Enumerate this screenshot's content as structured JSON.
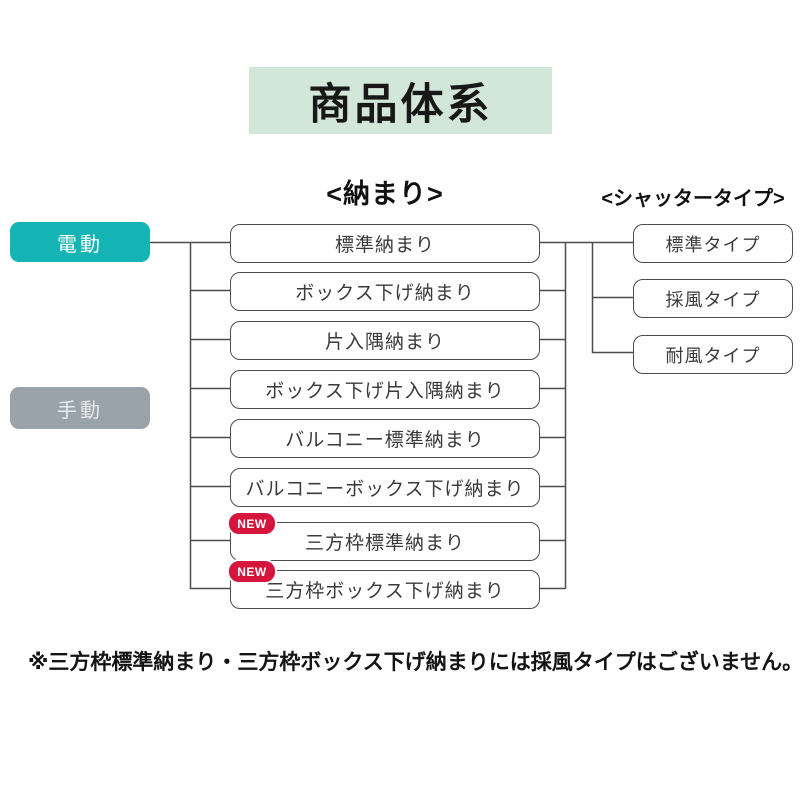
{
  "page": {
    "title": "商品体系"
  },
  "headers": {
    "nakamari": "<納まり>",
    "shutter": "<シャッタータイプ>"
  },
  "drive": {
    "electric": "電動",
    "manual": "手動"
  },
  "badge": "NEW",
  "nakamari_items": [
    "標準納まり",
    "ボックス下げ納まり",
    "片入隅納まり",
    "ボックス下げ片入隅納まり",
    "バルコニー標準納まり",
    "バルコニーボックス下げ納まり",
    "三方枠標準納まり",
    "三方枠ボックス下げ納まり"
  ],
  "shutter_items": [
    "標準タイプ",
    "採風タイプ",
    "耐風タイプ"
  ],
  "note": "※三方枠標準納まり・三方枠ボックス下げ納まりには採風タイプはございません。",
  "colors": {
    "electric": "#14b4b4",
    "manual": "#9aa2aa",
    "title_background": "#d2e7da",
    "badge": "#d5153b",
    "line": "#4d4d4d"
  }
}
